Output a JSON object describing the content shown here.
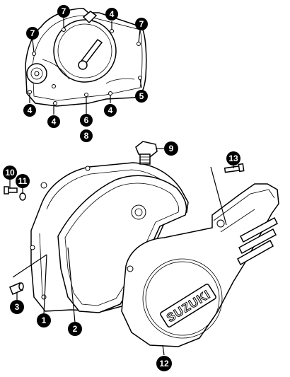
{
  "brand": "SUZUKI",
  "callouts": {
    "c7a": "7",
    "c4a": "4",
    "c7b": "7",
    "c7c": "7",
    "c5": "5",
    "c4b": "4",
    "c4c": "4",
    "c6": "6",
    "c8": "8",
    "c4d": "4",
    "c9": "9",
    "c10": "10",
    "c11": "11",
    "c13": "13",
    "c3": "3",
    "c1": "1",
    "c2": "2",
    "c12": "12"
  }
}
